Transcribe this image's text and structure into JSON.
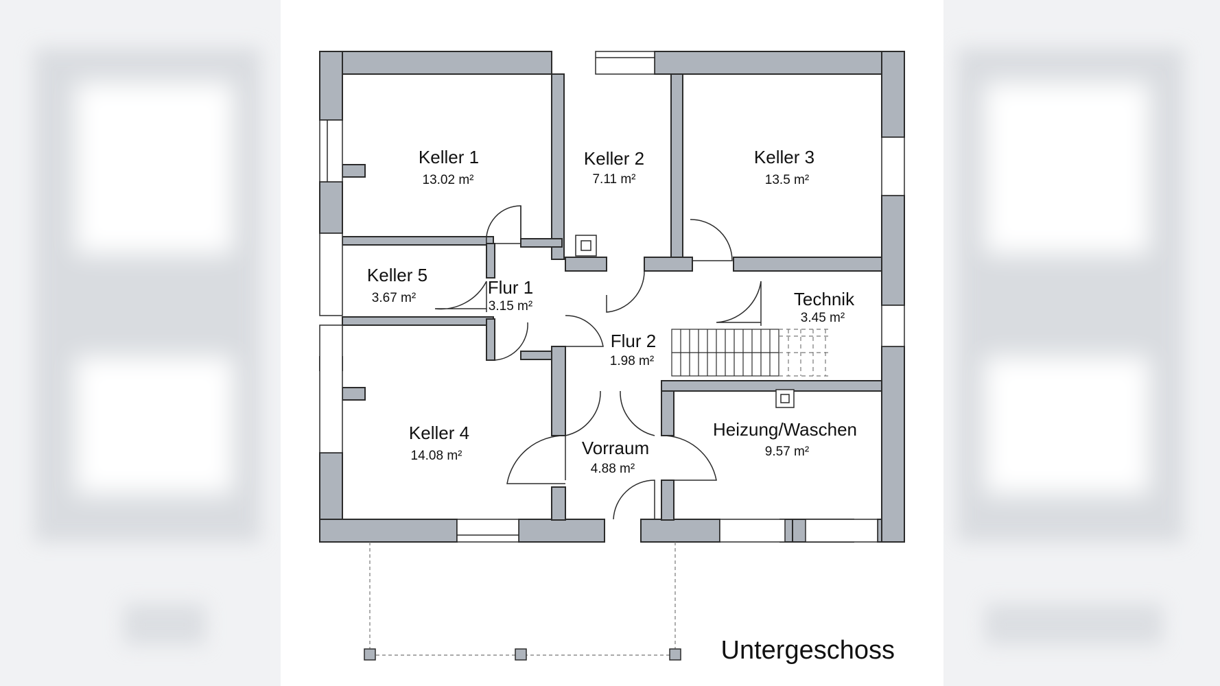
{
  "plan": {
    "title": "Untergeschoss",
    "rooms": [
      {
        "id": "keller-1",
        "name": "Keller 1",
        "area": "13.02 m²"
      },
      {
        "id": "keller-2",
        "name": "Keller 2",
        "area": "7.11 m²"
      },
      {
        "id": "keller-3",
        "name": "Keller 3",
        "area": "13.5 m²"
      },
      {
        "id": "keller-5",
        "name": "Keller 5",
        "area": "3.67 m²"
      },
      {
        "id": "flur-1",
        "name": "Flur 1",
        "area": "3.15 m²"
      },
      {
        "id": "technik",
        "name": "Technik",
        "area": "3.45 m²"
      },
      {
        "id": "flur-2",
        "name": "Flur 2",
        "area": "1.98 m²"
      },
      {
        "id": "keller-4",
        "name": "Keller 4",
        "area": "14.08 m²"
      },
      {
        "id": "vorraum",
        "name": "Vorraum",
        "area": "4.88 m²"
      },
      {
        "id": "heizung-waschen",
        "name": "Heizung/Waschen",
        "area": "9.57 m²"
      }
    ],
    "colors": {
      "wall": "#aeb4bc",
      "outline": "#2b2b2b",
      "background": "#ffffff"
    }
  }
}
